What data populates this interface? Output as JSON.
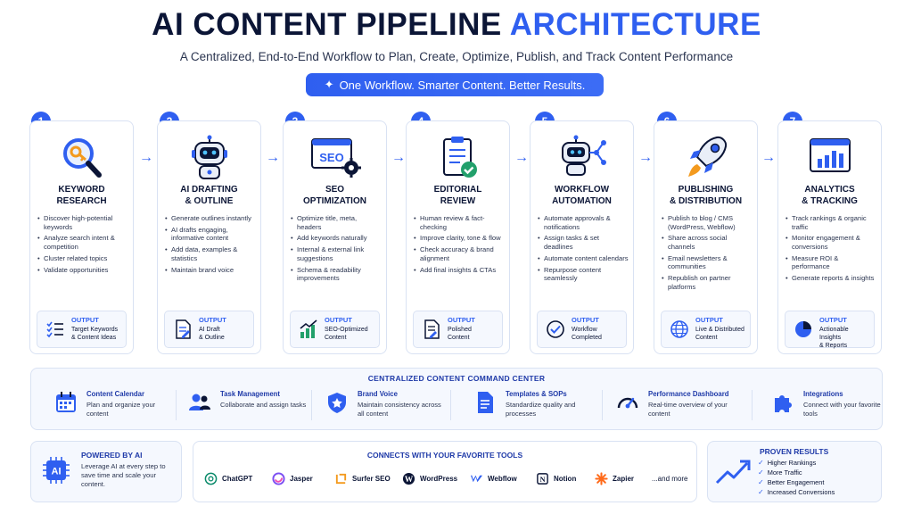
{
  "header": {
    "title_part1": "AI CONTENT PIPELINE",
    "title_part2": "ARCHITECTURE",
    "subtitle": "A Centralized, End-to-End Workflow to Plan, Create, Optimize, Publish, and Track Content Performance",
    "tagline": "One Workflow. Smarter Content. Better Results."
  },
  "steps": [
    {
      "number": "1",
      "title_line1": "KEYWORD",
      "title_line2": "RESEARCH",
      "icon": "magnifier-key-icon",
      "bullets": [
        "Discover high-potential keywords",
        "Analyze search intent & competition",
        "Cluster related topics",
        "Validate opportunities"
      ],
      "output_label": "OUTPUT",
      "output_line1": "Target Keywords",
      "output_line2": "& Content Ideas",
      "output_icon": "checklist-icon"
    },
    {
      "number": "2",
      "title_line1": "AI DRAFTING",
      "title_line2": "& OUTLINE",
      "icon": "robot-icon",
      "bullets": [
        "Generate outlines instantly",
        "AI drafts engaging, informative content",
        "Add data, examples & statistics",
        "Maintain brand voice"
      ],
      "output_label": "OUTPUT",
      "output_line1": "AI Draft",
      "output_line2": "& Outline",
      "output_icon": "document-edit-icon"
    },
    {
      "number": "3",
      "title_line1": "SEO",
      "title_line2": "OPTIMIZATION",
      "icon": "seo-gear-icon",
      "bullets": [
        "Optimize title, meta, headers",
        "Add keywords naturally",
        "Internal & external link suggestions",
        "Schema & readability improvements"
      ],
      "output_label": "OUTPUT",
      "output_line1": "SEO-Optimized",
      "output_line2": "Content",
      "output_icon": "growth-chart-icon"
    },
    {
      "number": "4",
      "title_line1": "EDITORIAL",
      "title_line2": "REVIEW",
      "icon": "clipboard-check-icon",
      "bullets": [
        "Human review & fact-checking",
        "Improve clarity, tone & flow",
        "Check accuracy & brand alignment",
        "Add final insights & CTAs"
      ],
      "output_label": "OUTPUT",
      "output_line1": "Polished",
      "output_line2": "Content",
      "output_icon": "document-pen-icon"
    },
    {
      "number": "5",
      "title_line1": "WORKFLOW",
      "title_line2": "AUTOMATION",
      "icon": "robot-network-icon",
      "bullets": [
        "Automate approvals & notifications",
        "Assign tasks & set deadlines",
        "Automate content calendars",
        "Repurpose content seamlessly"
      ],
      "output_label": "OUTPUT",
      "output_line1": "Workflow",
      "output_line2": "Completed",
      "output_icon": "check-circle-icon"
    },
    {
      "number": "6",
      "title_line1": "PUBLISHING",
      "title_line2": "& DISTRIBUTION",
      "icon": "rocket-icon",
      "bullets": [
        "Publish to blog / CMS (WordPress, Webflow)",
        "Share across social channels",
        "Email newsletters & communities",
        "Republish on partner platforms"
      ],
      "output_label": "OUTPUT",
      "output_line1": "Live & Distributed",
      "output_line2": "Content",
      "output_icon": "globe-icon"
    },
    {
      "number": "7",
      "title_line1": "ANALYTICS",
      "title_line2": "& TRACKING",
      "icon": "analytics-dashboard-icon",
      "bullets": [
        "Track rankings & organic traffic",
        "Monitor engagement & conversions",
        "Measure ROI & performance",
        "Generate reports & insights"
      ],
      "output_label": "OUTPUT",
      "output_line1": "Actionable Insights",
      "output_line2": "& Reports",
      "output_icon": "pie-chart-icon"
    }
  ],
  "command_center": {
    "title": "CENTRALIZED CONTENT COMMAND CENTER",
    "items": [
      {
        "name": "Content Calendar",
        "desc": "Plan and organize your content",
        "icon": "calendar-icon"
      },
      {
        "name": "Task Management",
        "desc": "Collaborate and assign tasks",
        "icon": "team-icon"
      },
      {
        "name": "Brand Voice",
        "desc": "Maintain consistency across all content",
        "icon": "shield-star-icon"
      },
      {
        "name": "Templates & SOPs",
        "desc": "Standardize quality and processes",
        "icon": "template-document-icon"
      },
      {
        "name": "Performance Dashboard",
        "desc": "Real-time overview of your content",
        "icon": "speedometer-icon"
      },
      {
        "name": "Integrations",
        "desc": "Connect with your favorite tools",
        "icon": "puzzle-icon"
      }
    ]
  },
  "powered": {
    "title": "POWERED BY AI",
    "desc": "Leverage AI at every step to save time and scale your content.",
    "chip_text": "AI"
  },
  "tools": {
    "title": "CONNECTS WITH YOUR FAVORITE TOOLS",
    "items": [
      {
        "name": "ChatGPT",
        "icon": "chatgpt-icon"
      },
      {
        "name": "Jasper",
        "icon": "jasper-icon"
      },
      {
        "name": "Surfer SEO",
        "icon": "surfer-seo-icon"
      },
      {
        "name": "WordPress",
        "icon": "wordpress-icon"
      },
      {
        "name": "Webflow",
        "icon": "webflow-icon"
      },
      {
        "name": "Notion",
        "icon": "notion-icon"
      },
      {
        "name": "Zapier",
        "icon": "zapier-icon"
      },
      {
        "name": "...and more",
        "icon": ""
      }
    ]
  },
  "results": {
    "title": "PROVEN RESULTS",
    "items": [
      "Higher Rankings",
      "More Traffic",
      "Better Engagement",
      "Increased Conversions"
    ]
  },
  "colors": {
    "accent": "#2f5ff0",
    "navy": "#0b1536",
    "border": "#d9e2f3",
    "panel": "#f5f8fe"
  }
}
